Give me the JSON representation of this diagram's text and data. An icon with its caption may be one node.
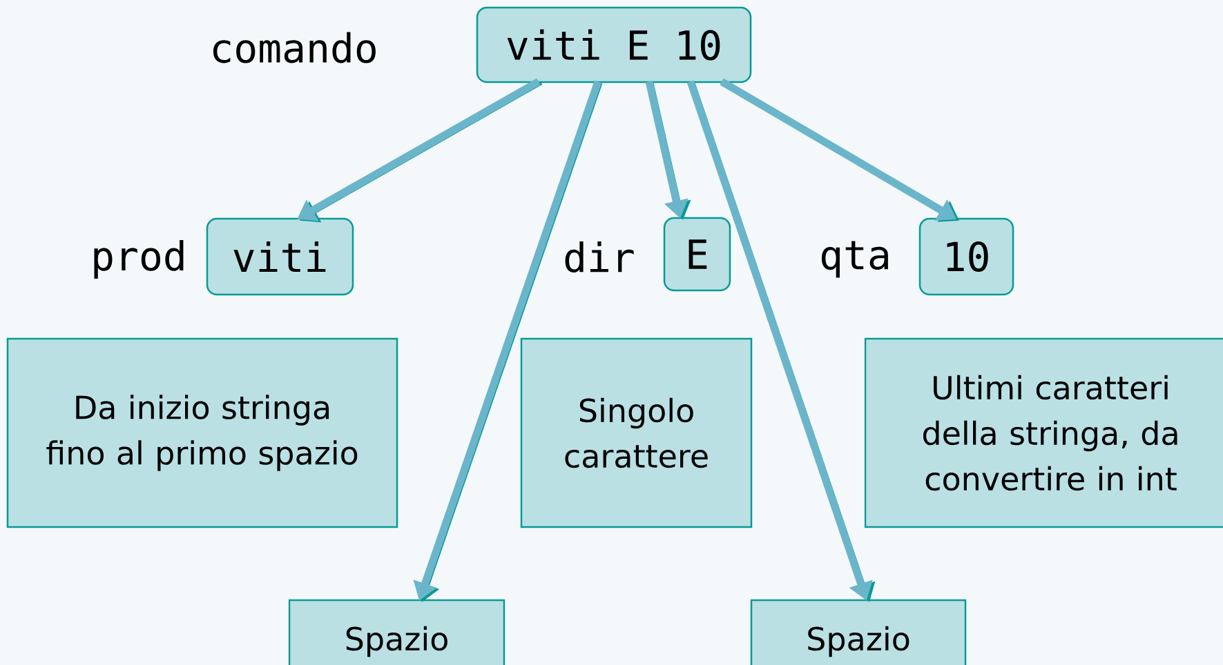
{
  "diagram": {
    "nodes": [
      {
        "text": [
          "viti E 10"
        ],
        "beside": [
          "comando"
        ]
      },
      {
        "text": [
          "viti"
        ],
        "beside": [
          "prod"
        ]
      },
      {
        "text": [
          "E"
        ],
        "beside": [
          "dir"
        ]
      },
      {
        "text": [
          "10"
        ],
        "beside": [
          "qta"
        ]
      },
      {
        "text": [
          "Da inizio stringa fino al primo spazio"
        ]
      },
      {
        "text": [
          "Singolo carattere"
        ]
      },
      {
        "text": [
          "Ultimi caratteri della stringa, da convertire in int"
        ]
      },
      {
        "text": [
          "Spazio"
        ]
      },
      {
        "text": [
          "Spazio"
        ]
      }
    ],
    "edges": [
      {
        "from": 0,
        "to": 1,
        "arrow": "to"
      },
      {
        "from": 0,
        "to": 7,
        "arrow": "to"
      },
      {
        "from": 0,
        "to": 2,
        "arrow": "to"
      },
      {
        "from": 0,
        "to": 8,
        "arrow": "to"
      },
      {
        "from": 0,
        "to": 3,
        "arrow": "to"
      }
    ]
  }
}
